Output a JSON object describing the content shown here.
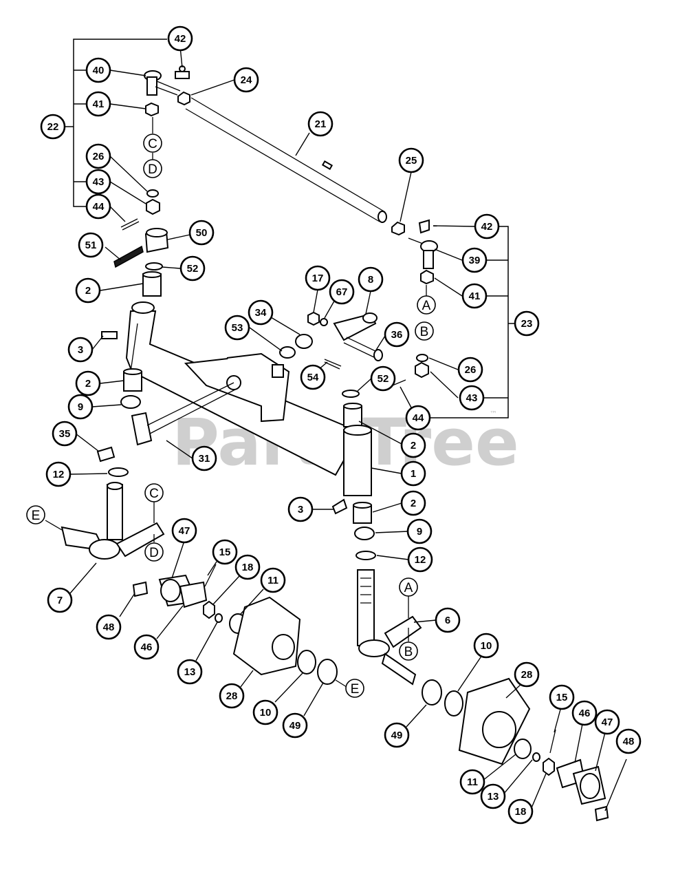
{
  "watermark": {
    "text": "PartsTree",
    "trademark": "™"
  },
  "part_callouts": [
    "42",
    "40",
    "24",
    "41",
    "22",
    "21",
    "26",
    "43",
    "44",
    "25",
    "50",
    "51",
    "52",
    "2",
    "3",
    "17",
    "67",
    "8",
    "34",
    "53",
    "36",
    "54",
    "9",
    "35",
    "31",
    "12",
    "1",
    "7",
    "47",
    "15",
    "18",
    "11",
    "48",
    "46",
    "13",
    "28",
    "10",
    "49",
    "6",
    "39",
    "23"
  ],
  "reference_letters": [
    "A",
    "B",
    "C",
    "D",
    "E"
  ]
}
